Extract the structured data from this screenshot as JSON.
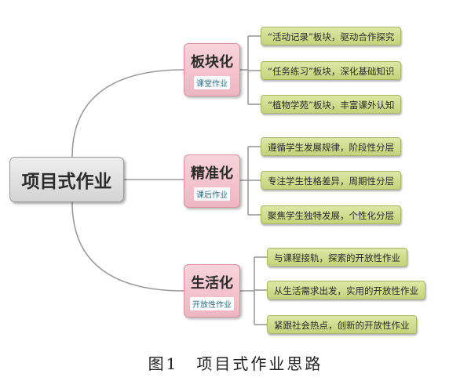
{
  "diagram": {
    "root": {
      "label": "项目式作业"
    },
    "branches": [
      {
        "title": "板块化",
        "subtitle": "课堂作业",
        "leaves": [
          "“活动记录”板块，驱动合作探究",
          "“任务练习”板块，深化基础知识",
          "“植物学苑”板块，丰富课外认知"
        ]
      },
      {
        "title": "精准化",
        "subtitle": "课后作业",
        "leaves": [
          "遵循学生发展规律，阶段性分层",
          "专注学生性格差异，周期性分层",
          "聚焦学生独特发展，个性化分层"
        ]
      },
      {
        "title": "生活化",
        "subtitle": "开放性作业",
        "leaves": [
          "与课程接轨，探索的开放性作业",
          "从生活需求出发，实用的开放性作业",
          "紧跟社会热点，创新的开放性作业"
        ]
      }
    ]
  },
  "caption": "图1　项目式作业思路",
  "colors": {
    "root_fill": "#dcdcdc",
    "branch_fill": "#f4c2cd",
    "leaf_fill": "#d2dd8f",
    "subtitle_text": "#2e6b8a",
    "connector": "#9a9a9a"
  }
}
